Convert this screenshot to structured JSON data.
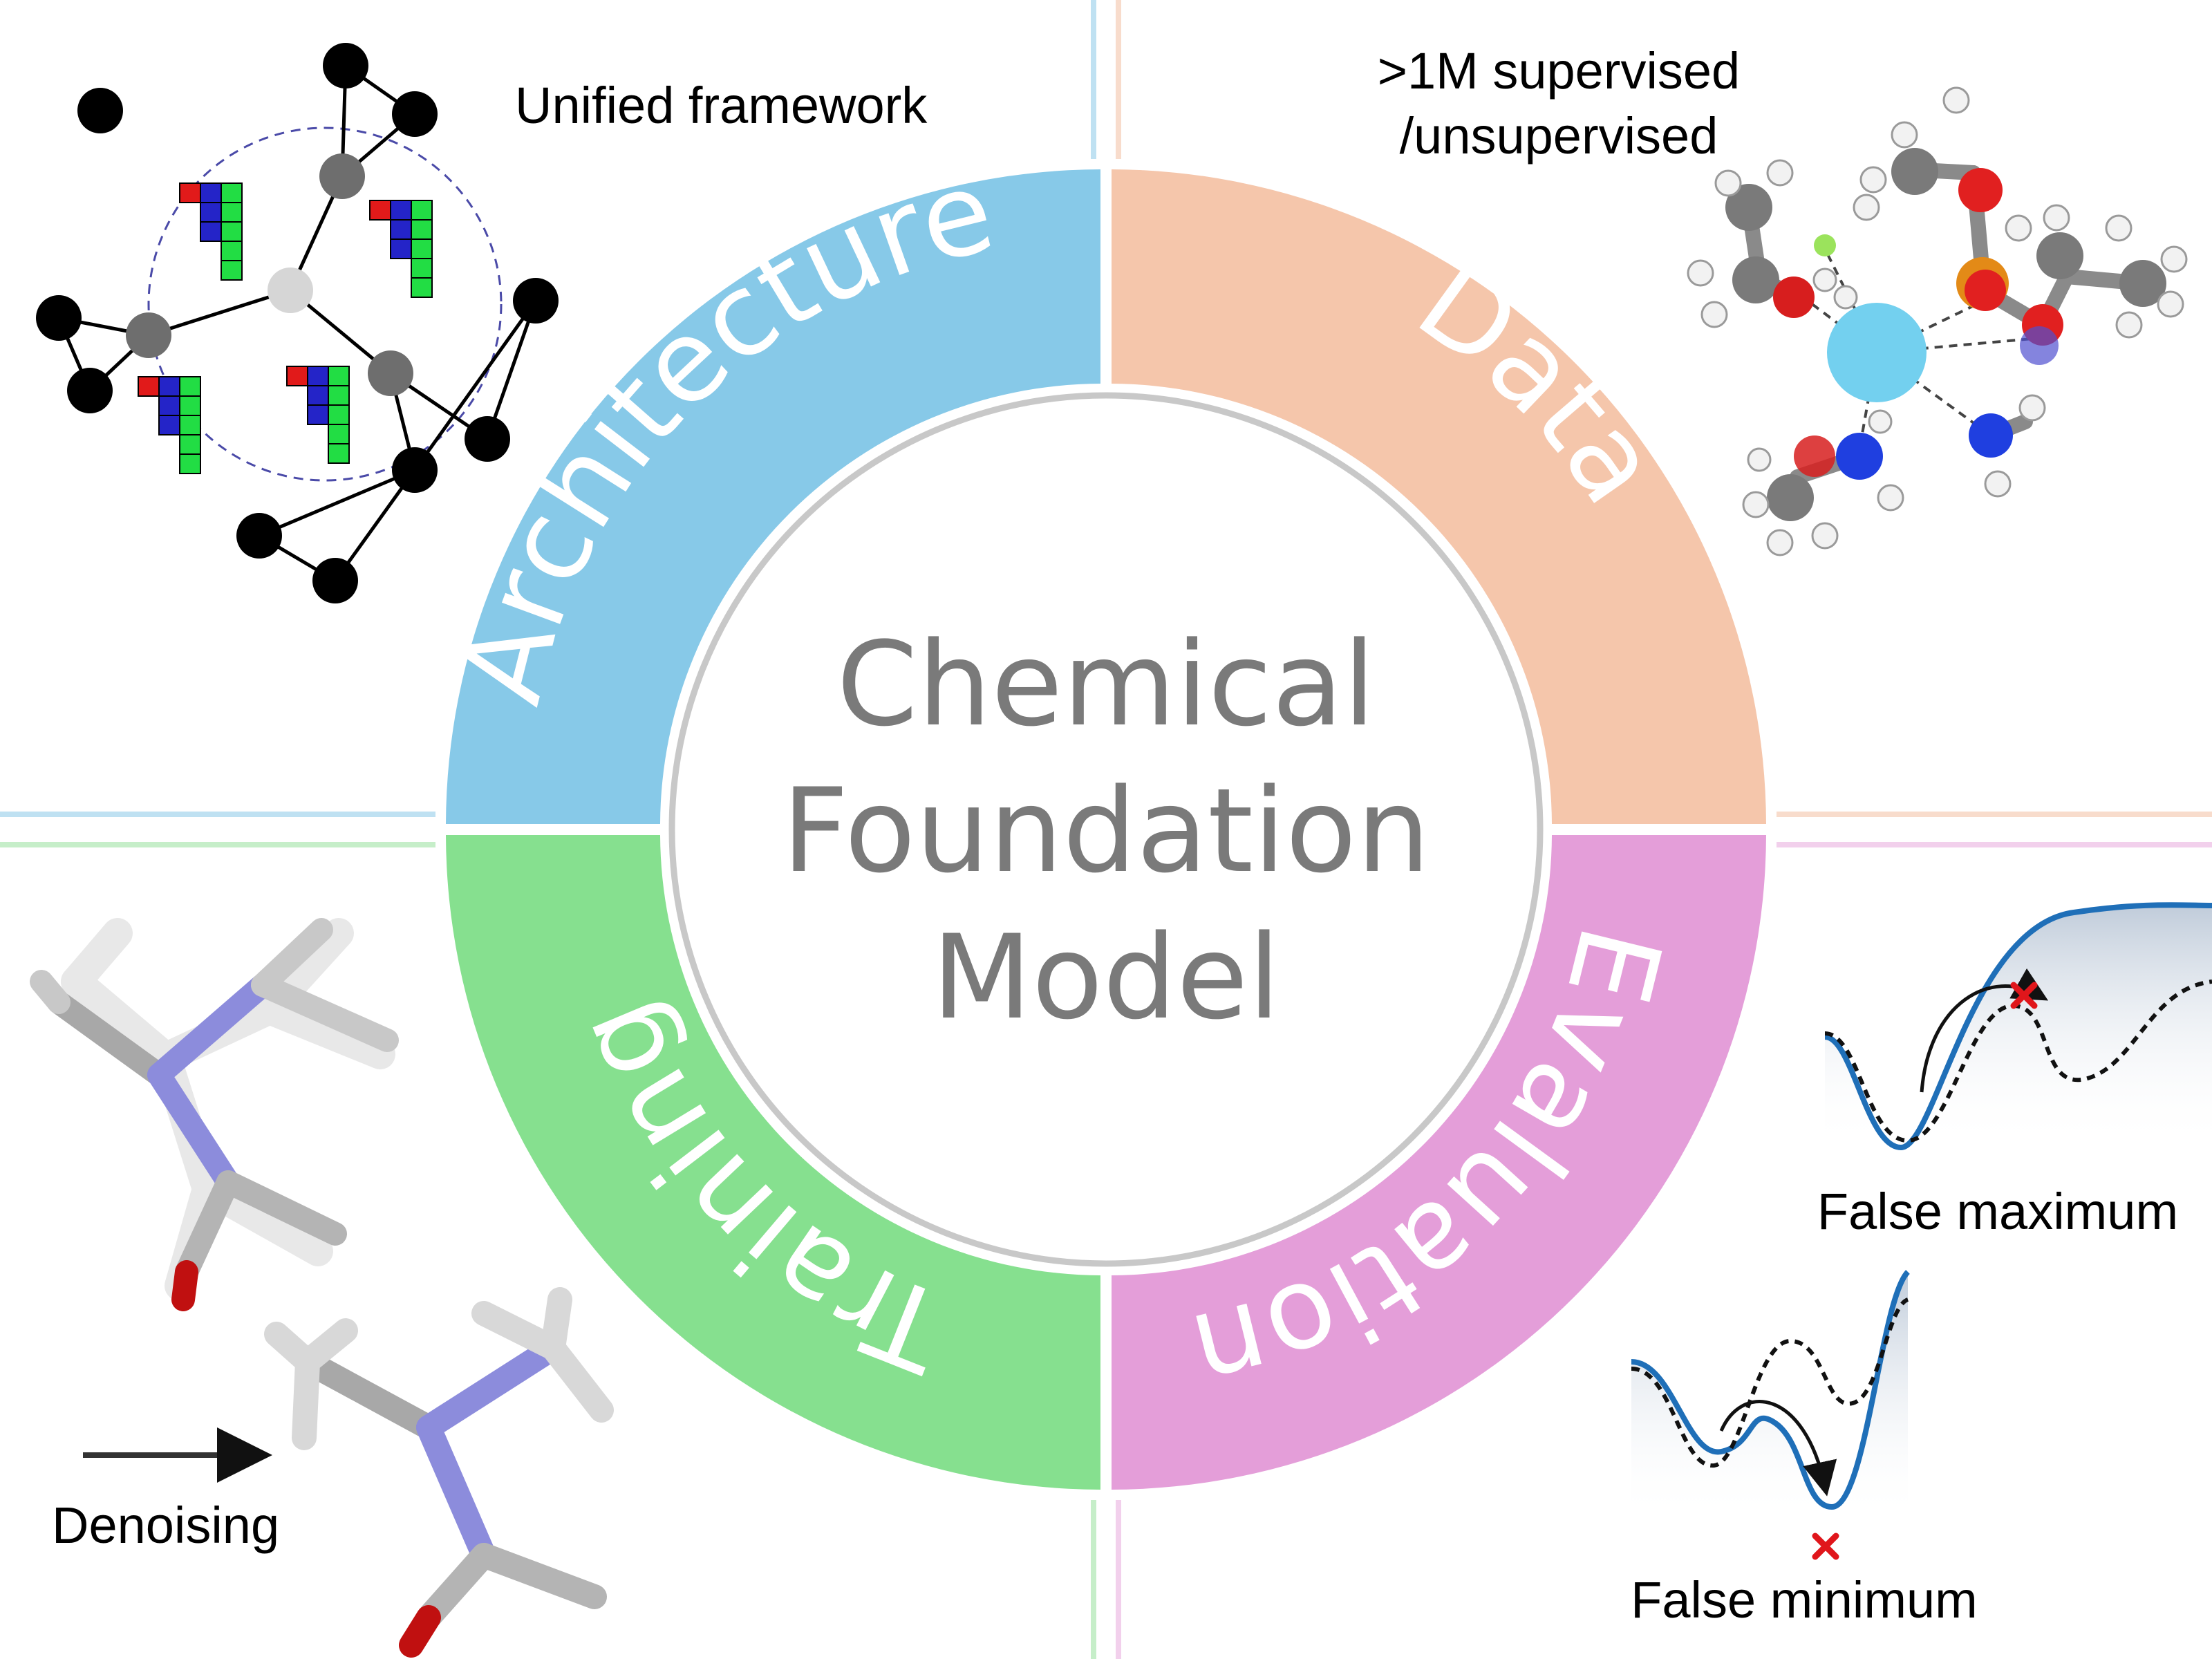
{
  "center": {
    "lines": [
      "Chemical",
      "Foundation",
      "Model"
    ]
  },
  "quadrants": {
    "architecture": {
      "label": "Architecture",
      "color": "#87c9e8",
      "caption": "Unified framework"
    },
    "data": {
      "label": "Data",
      "color": "#f5c6ab",
      "caption_line1": ">1M supervised",
      "caption_line2": "/unsupervised"
    },
    "training": {
      "label": "Training",
      "color": "#86e08f",
      "caption": "Denoising"
    },
    "evaluation": {
      "label": "Evaluation",
      "color": "#e49ed9",
      "caption_top": "False maximum",
      "caption_bottom": "False minimum"
    }
  },
  "colors": {
    "ring_border": "#c8c8c8",
    "center_text": "#7a7a7a",
    "curve_blue": "#1f6fb8",
    "marker_red": "#e0161b"
  }
}
